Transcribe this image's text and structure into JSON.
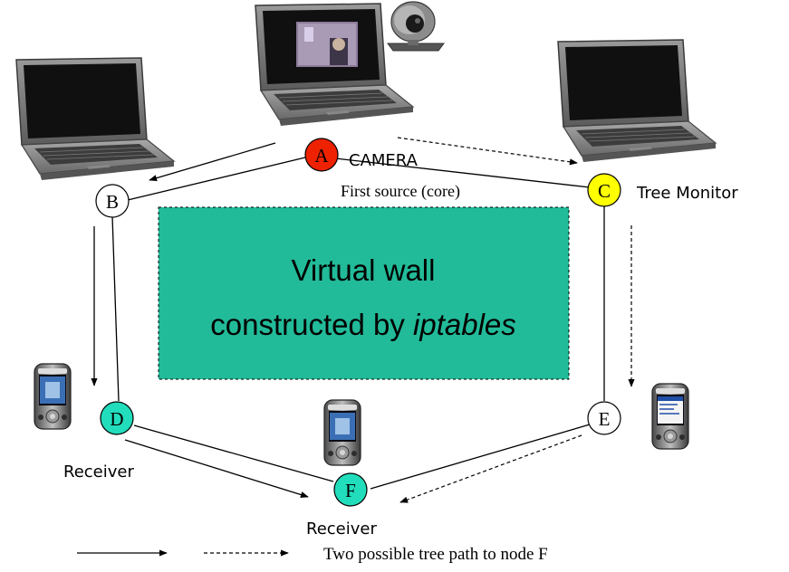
{
  "nodes": {
    "a": {
      "label": "A",
      "fill": "#ee2200"
    },
    "b": {
      "label": "B",
      "fill": "#ffffff"
    },
    "c": {
      "label": "C",
      "fill": "#ffff00"
    },
    "d": {
      "label": "D",
      "fill": "#22ddbb"
    },
    "e": {
      "label": "E",
      "fill": "#ffffff"
    },
    "f": {
      "label": "F",
      "fill": "#22ddbb"
    }
  },
  "labels": {
    "camera": "CAMERA",
    "first_source": "First source (core)",
    "tree_monitor": "Tree Monitor",
    "receiver_d": "Receiver",
    "receiver_f": "Receiver"
  },
  "wall": {
    "line1": "Virtual wall",
    "line2_prefix": "constructed by ",
    "line2_italic": "iptables",
    "fill": "#22bb99"
  },
  "legend": {
    "caption": "Two possible tree path to node F"
  },
  "icons": [
    "laptop-icon",
    "webcam-icon",
    "pda-icon"
  ]
}
